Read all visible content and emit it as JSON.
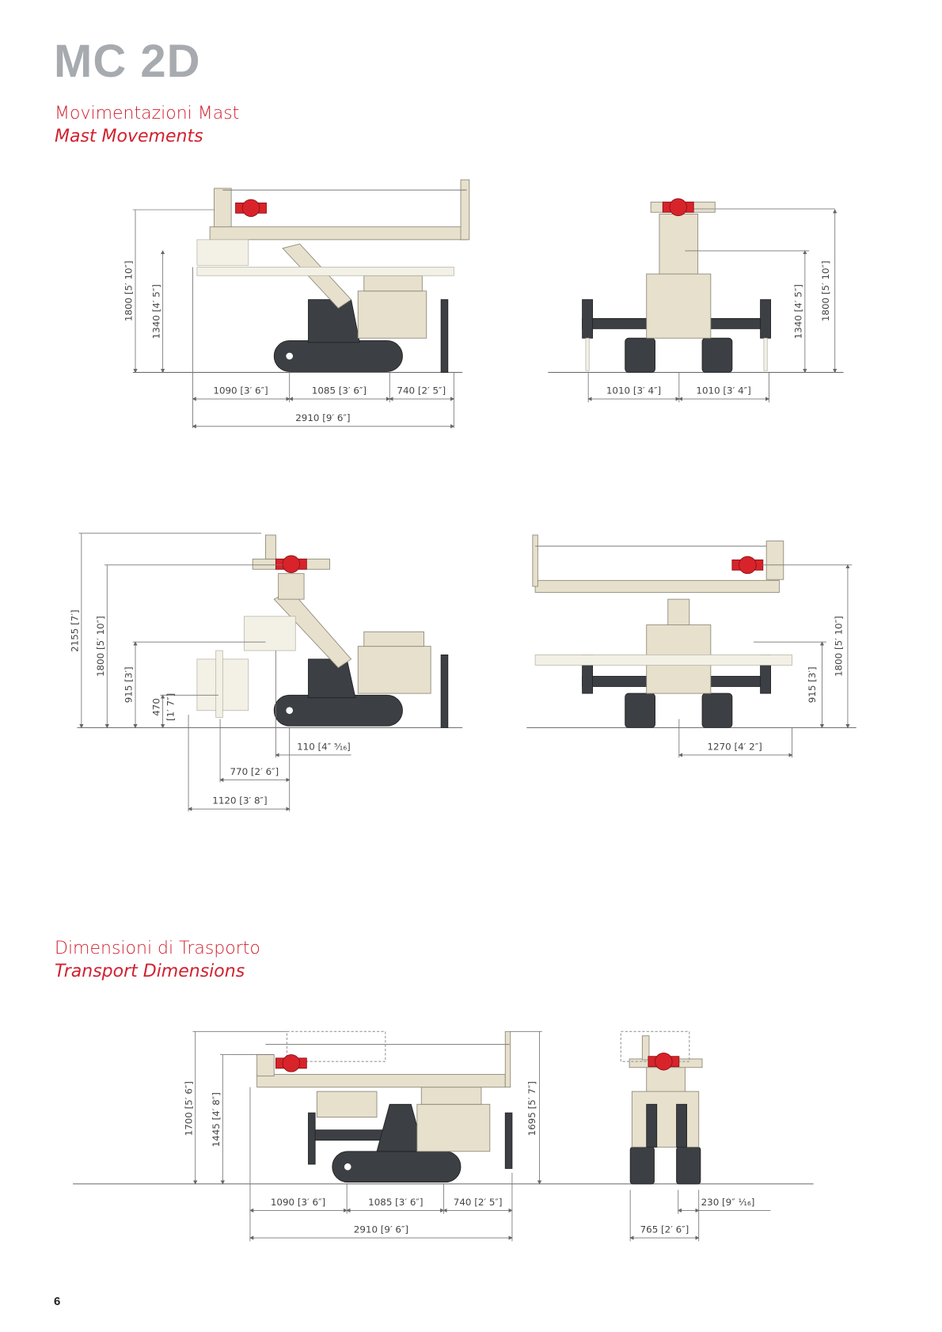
{
  "title": "MC 2D",
  "sections": {
    "mast": {
      "title_it": "Movimentazioni Mast",
      "title_en": "Mast Movements"
    },
    "transport": {
      "title_it": "Dimensioni di Trasporto",
      "title_en": "Transport Dimensions"
    }
  },
  "drawing1": {
    "side": {
      "h1": "1800 [5′ 10″]",
      "h2": "1340 [4′ 5″]",
      "w1": "1090 [3′ 6″]",
      "w2": "1085 [3′ 6″]",
      "w3": "740 [2′ 5″]",
      "total": "2910 [9′ 6″]"
    },
    "front": {
      "w1": "1010 [3′ 4″]",
      "w2": "1010 [3′ 4″]",
      "h1": "1340 [4′ 5″]",
      "h2": "1800 [5′ 10″]"
    }
  },
  "drawing2": {
    "side": {
      "h1": "2155 [7′]",
      "h2": "1800 [5′ 10″]",
      "h3": "915 [3′]",
      "h4a": "470",
      "h4b": "[1′ 7″]",
      "w1": "110 [4″ ⁵⁄₁₆]",
      "w2": "770 [2′ 6″]",
      "w3": "1120 [3′ 8″]"
    },
    "front": {
      "w1": "1270 [4′ 2″]",
      "h1": "915 [3′]",
      "h2": "1800 [5′ 10″]"
    }
  },
  "transport": {
    "side": {
      "h1": "1700 [5′ 6″]",
      "h2": "1445 [4′ 8″]",
      "h3": "1695 [5′ 7″]",
      "w1": "1090 [3′ 6″]",
      "w2": "1085 [3′ 6″]",
      "w3": "740 [2′ 5″]",
      "total": "2910 [9′ 6″]"
    },
    "front": {
      "w1": "230 [9″ ¹⁄₁₆]",
      "w2": "765 [2′ 6″]"
    }
  },
  "page_number": "6",
  "colors": {
    "accent": "#d2202f",
    "title_gray": "#a7abb0",
    "machine_beige": "#e6e0cc",
    "machine_dark": "#3c3f43"
  }
}
